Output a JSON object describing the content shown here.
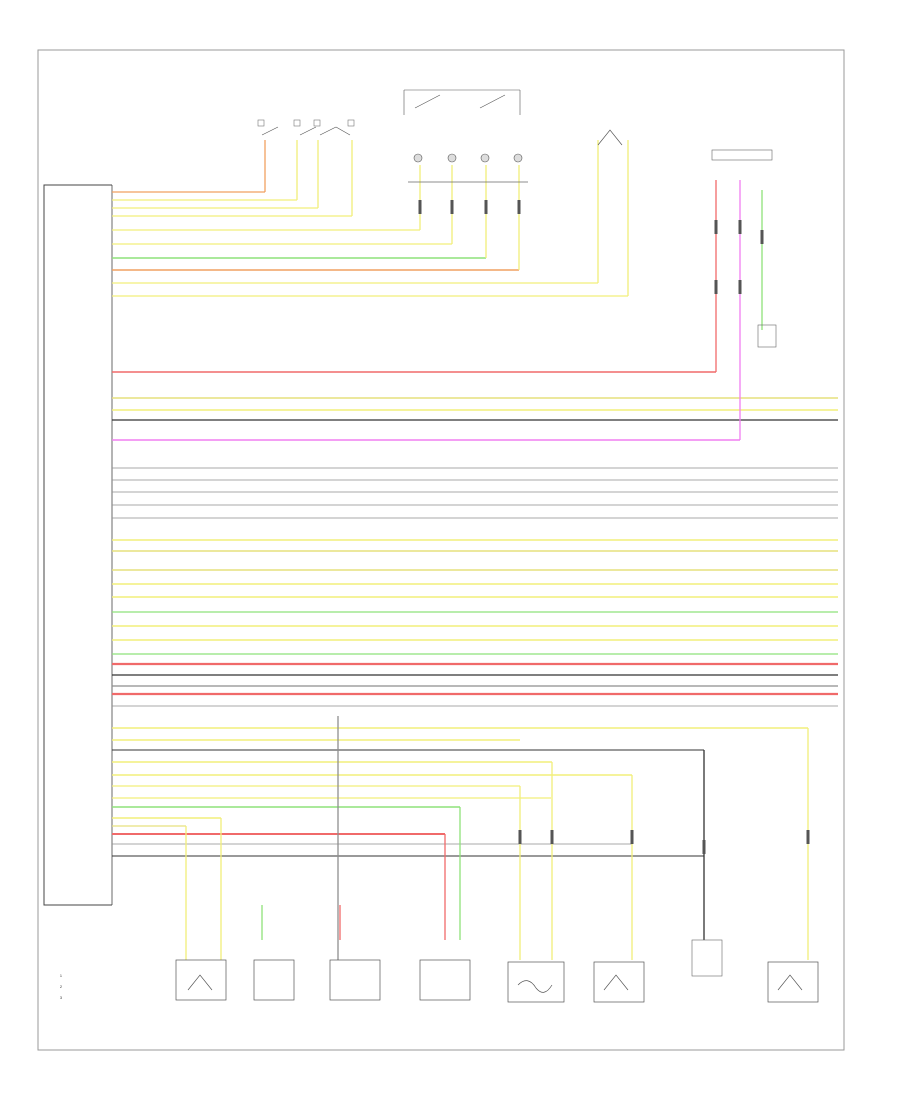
{
  "diagram_title": "",
  "footer_code": "",
  "left_module": {
    "label_lines": [
      "",
      "",
      "",
      "",
      "",
      ""
    ],
    "pin_labels": []
  },
  "legend": [
    {
      "id": "legend-1",
      "symbol": "1",
      "text": ""
    },
    {
      "id": "legend-2",
      "symbol": "2",
      "text": ""
    },
    {
      "id": "legend-3",
      "symbol": "3",
      "text": ""
    }
  ],
  "colors": {
    "yellow": "#f2ef7a",
    "yellow_black": "#e6e07d",
    "green": "#8ee27a",
    "red": "#f06a6a",
    "pink": "#f07ef0",
    "gray": "#8e8e8e",
    "dark": "#333333",
    "orange": "#f0a060",
    "frame": "#888888",
    "text": "#111111"
  },
  "wires": [],
  "top_components": [],
  "bottom_components": []
}
